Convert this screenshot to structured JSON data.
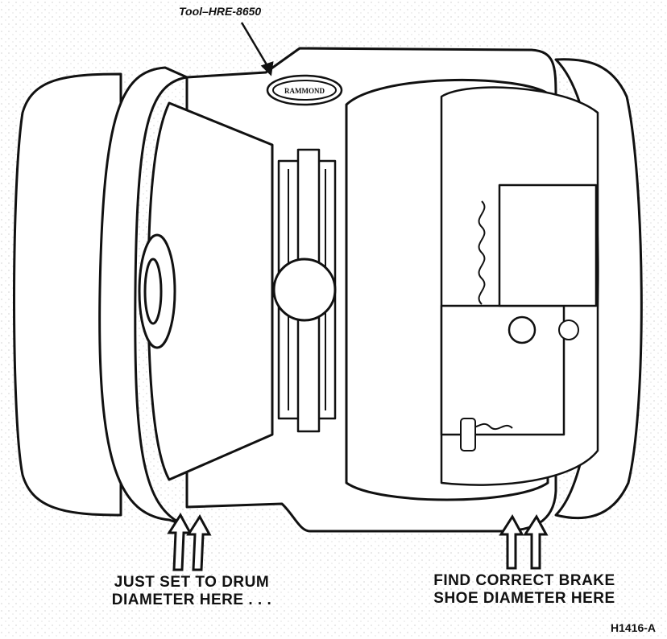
{
  "tool_label": "Tool–HRE-8650",
  "badge_text": "RAMMOND",
  "callouts": {
    "left": {
      "line1": "JUST SET TO DRUM",
      "line2": "DIAMETER HERE . . ."
    },
    "right": {
      "line1": "FIND CORRECT BRAKE",
      "line2": "SHOE DIAMETER HERE"
    }
  },
  "figure_id": "H1416-A",
  "colors": {
    "ink": "#111111",
    "paper": "#ffffff",
    "stipple": "#6a6a6a"
  }
}
